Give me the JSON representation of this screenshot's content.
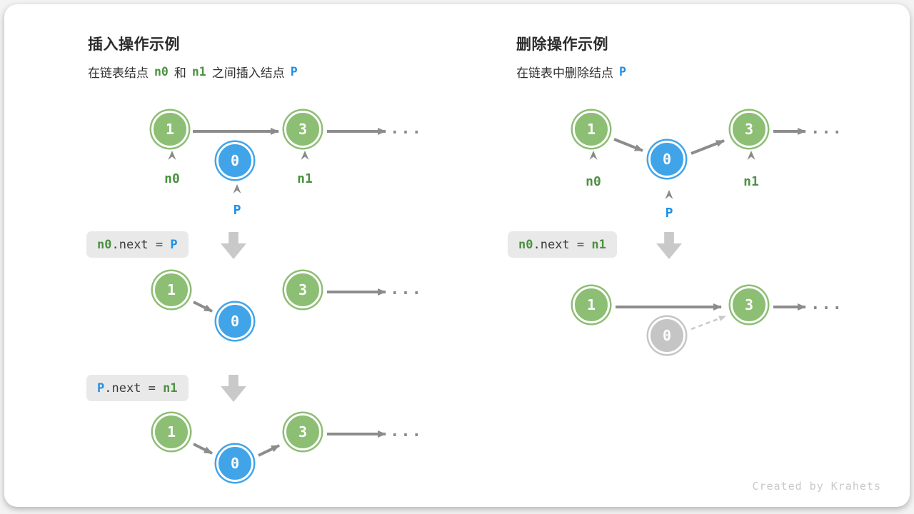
{
  "node_values": {
    "one": "1",
    "three": "3",
    "zero": "0"
  },
  "labels": {
    "n0": "n0",
    "n1": "n1",
    "p": "P"
  },
  "ellipsis": "...",
  "left": {
    "title": "插入操作示例",
    "subtitle": {
      "part1": "在链表结点",
      "n0": "n0",
      "part2": "和",
      "n1": "n1",
      "part3": "之间插入结点",
      "p": "P"
    },
    "code1": {
      "head": "n0",
      "mid": ".next = ",
      "tail": "P"
    },
    "code2": {
      "head": "P",
      "mid": ".next = ",
      "tail": "n1"
    }
  },
  "right": {
    "title": "删除操作示例",
    "subtitle": {
      "part1": "在链表中删除结点",
      "p": "P"
    },
    "code1": {
      "head": "n0",
      "mid": ".next = ",
      "tail": "n1"
    }
  },
  "footer": "Created by Krahets",
  "colors": {
    "green_node": "#8CBE73",
    "blue_node": "#41A4E8",
    "gray_node": "#C5C5C5",
    "green_text": "#4C9141",
    "blue_text": "#1D8FE6",
    "arrow": "#8C8C8C",
    "arrow_light": "#C9C9C9",
    "code_bg": "#E9E9E9",
    "title_text": "#2B2B2B"
  }
}
